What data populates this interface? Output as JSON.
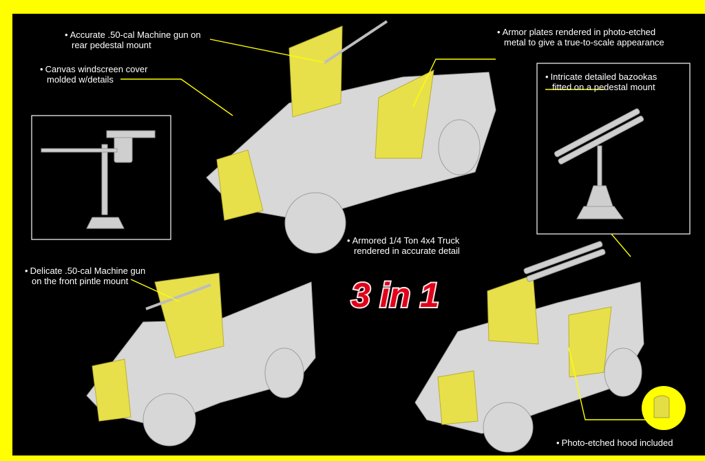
{
  "callouts": {
    "mg_rear": [
      "Accurate .50-cal Machine gun on",
      "rear pedestal mount"
    ],
    "canvas": [
      "Canvas windscreen cover",
      "molded w/details"
    ],
    "armor": [
      "Armor plates rendered in photo-etched",
      "metal to give a true-to-scale appearance"
    ],
    "bazooka": [
      "Intricate detailed bazookas",
      "fitted on a pedestal mount"
    ],
    "truck": [
      "Armored 1/4 Ton 4x4 Truck",
      "rendered in accurate detail"
    ],
    "mg_front": [
      "Delicate .50-cal Machine gun",
      "on the front pintle mount"
    ],
    "hood": [
      "Photo-etched hood included"
    ]
  },
  "badge_text": "3 in 1",
  "colors": {
    "frame": "#ffff00",
    "panel": "#000000",
    "vehicle": "#d8d8d8",
    "armor": "#e8e04a",
    "badge": "#e0001a",
    "text": "#ffffff"
  },
  "icons": [
    "gun-inset-image",
    "bazooka-inset-image",
    "jeep-top-image",
    "jeep-left-image",
    "jeep-right-image",
    "pe-part-icon"
  ]
}
